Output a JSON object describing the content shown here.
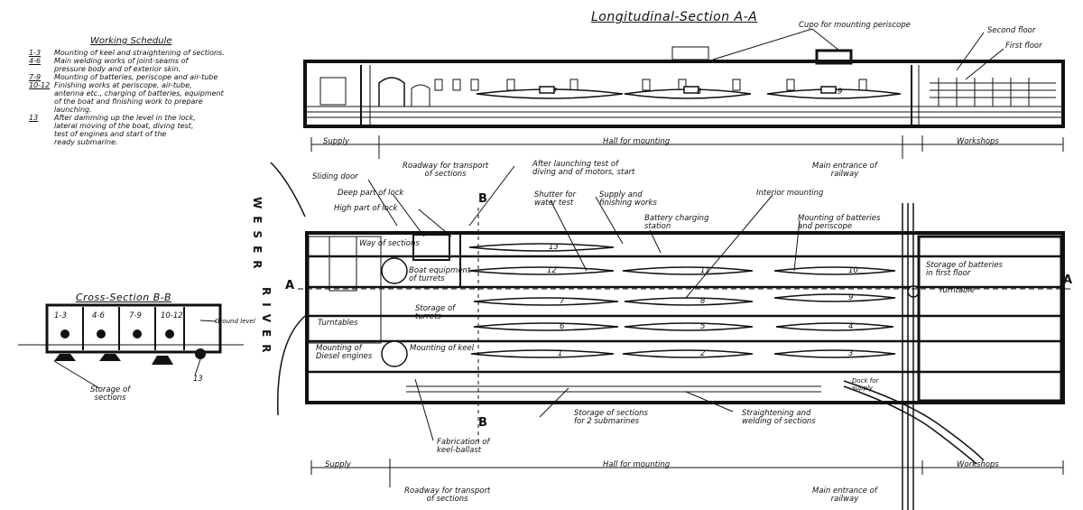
{
  "titles": {
    "longitudinal": "Longitudinal-Section A-A",
    "cross": "Cross-Section  B-B"
  },
  "schedule": {
    "title": "Working Schedule",
    "rows": [
      {
        "key": "1-3",
        "text": "Mounting of keel and straightening of sections."
      },
      {
        "key": "4-6",
        "text": "Main welding works of joint-seams of\npressure body and of exterior skin."
      },
      {
        "key": "7-9",
        "text": "Mounting of batteries, periscope and air-tube"
      },
      {
        "key": "10-12",
        "text": "Finishing works at periscope, air-tube,\nantenna etc., charging of batteries, equipment\nof the boat and finishing work to prepare\nlaunching."
      },
      {
        "key": "13",
        "text": "After damming up the level in the lock,\nlateral moving of the boat, diving test,\ntest of engines and start of the\nready submarine."
      }
    ]
  },
  "longitudinal": {
    "cupola": "Cupo for mounting periscope",
    "second_floor": "Second floor",
    "first_floor": "First floor",
    "supply": "Supply",
    "hall": "Hall for mounting",
    "workshops": "Workshops",
    "boats": [
      "7",
      "8",
      "9"
    ]
  },
  "plan": {
    "roadway_top": "Roadway for transport\nof sections",
    "after_launch": "After launching test of\ndiving and of motors, start",
    "main_entrance_top": "Main entrance of\nrailway",
    "sliding_door": "Sliding door",
    "deep_lock": "Deep part of lock",
    "high_lock": "High part of lock",
    "way_sections": "Way of sections",
    "shutter": "Shutter for\nwater test",
    "supply_finishing": "Supply and\nfinishing works",
    "battery_charging": "Battery charging\nstation",
    "interior_mounting": "Interior mounting",
    "mounting_batteries": "Mounting of batteries\nand periscope",
    "storage_batteries": "Storage of batteries\nin first floor",
    "turntable": "Turntable",
    "turntables": "Turntables",
    "storage_turrets": "Storage of\nturrets",
    "mounting_diesel": "Mounting of\nDiesel engines",
    "mounting_keel": "Mounting of keel",
    "boat_equipment": "Boat equipment\nof turrets",
    "storage_sections": "Storage of sections\nfor 2 submarines",
    "straightening": "Straightening and\nwelding of sections",
    "fabrication": "Fabrication of\nkeel-ballast",
    "supply": "Supply",
    "hall": "Hall for mounting",
    "workshops": "Workshops",
    "roadway_bottom": "Roadway for transport\nof sections",
    "main_entrance_bottom": "Main entrance of\nrailway",
    "dock": "Dock for\nsupply",
    "river_1": "WESER",
    "river_2": "RIVER",
    "section_b": "B",
    "section_a": "A",
    "boats": [
      "13",
      "12",
      "11",
      "7",
      "8",
      "10",
      "9",
      "6",
      "5",
      "4",
      "1",
      "2",
      "3"
    ]
  },
  "cross": {
    "groups": [
      "1-3",
      "4-6",
      "7-9",
      "10-12"
    ],
    "level": "Ground level",
    "storage": "Storage of\nsections",
    "num13": "13"
  }
}
